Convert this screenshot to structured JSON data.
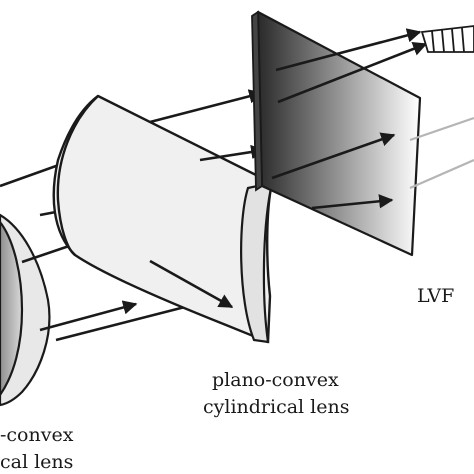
{
  "labels": {
    "lvf": "LVF",
    "cyl_lens_line1": "plano-convex",
    "cyl_lens_line2": "cylindrical lens",
    "left_lens_line1": "-convex",
    "left_lens_line2": "cal lens"
  },
  "colors": {
    "stroke": "#1a1a1a",
    "lens_fill": "#efefef",
    "filter_dark": "#2a2a2a",
    "filter_light": "#ffffff",
    "grey_ray": "#b5b5b5"
  }
}
